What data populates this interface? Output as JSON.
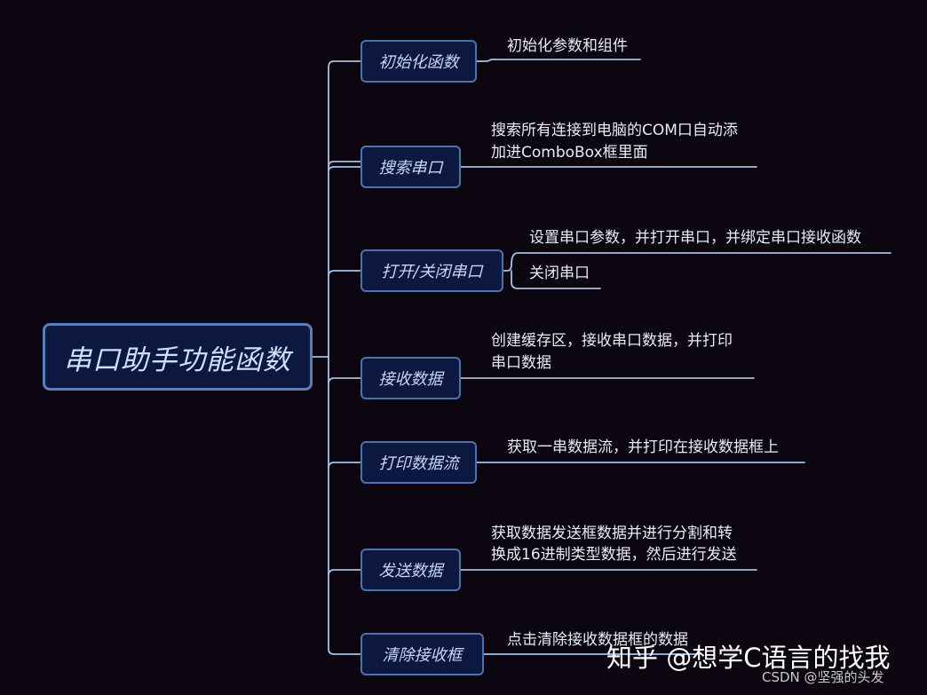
{
  "root": {
    "label": "串口助手功能函数"
  },
  "branches": [
    {
      "label": "初始化函数",
      "details": [
        "初始化参数和组件"
      ]
    },
    {
      "label": "搜索串口",
      "details": [
        "搜索所有连接到电脑的COM口自动添",
        "加进ComboBox框里面"
      ]
    },
    {
      "label": "打开/关闭串口",
      "details": [
        "设置串口参数，并打开串口，并绑定串口接收函数",
        "关闭串口"
      ]
    },
    {
      "label": "接收数据",
      "details": [
        "创建缓存区，接收串口数据，并打印",
        "串口数据"
      ]
    },
    {
      "label": "打印数据流",
      "details": [
        "获取一串数据流，并打印在接收数据框上"
      ]
    },
    {
      "label": "发送数据",
      "details": [
        "获取数据发送框数据并进行分割和转",
        "换成16进制类型数据，然后进行发送"
      ]
    },
    {
      "label": "清除接收框",
      "details": [
        "点击清除接收数据框的数据"
      ]
    }
  ],
  "watermark": {
    "zhihu": "知乎 @想学C语言的找我",
    "csdn": "CSDN @坚强的头发"
  },
  "colors": {
    "background": "#0b0610",
    "node_border": "#4e72aa",
    "node_fill": "#0d1840",
    "connector": "#a9c0e6"
  }
}
